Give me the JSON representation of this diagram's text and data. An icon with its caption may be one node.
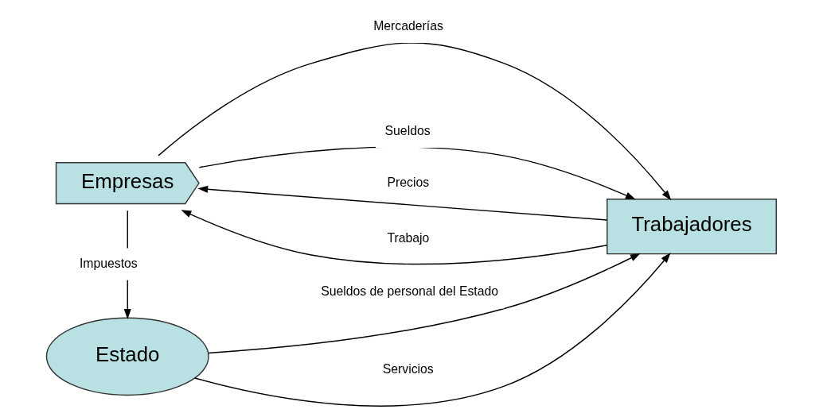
{
  "diagram": {
    "nodes": [
      {
        "text": [
          "Empresas"
        ]
      },
      {
        "text": [
          "Trabajadores"
        ]
      },
      {
        "text": [
          "Estado"
        ]
      }
    ],
    "edges": [
      {
        "from": 1,
        "to": 0,
        "arrow": "to",
        "label": "Precios"
      },
      {
        "from": 0,
        "to": 1,
        "arrow": "to",
        "label": "Mercaderías"
      },
      {
        "from": 1,
        "to": 0,
        "arrow": "to",
        "label": "Trabajo"
      },
      {
        "from": 0,
        "to": 1,
        "arrow": "to",
        "label": "Sueldos"
      },
      {
        "from": 0,
        "to": 2,
        "arrow": "to",
        "label": "Impuestos"
      },
      {
        "from": 2,
        "to": 1,
        "arrow": "to",
        "label": "Sueldos de personal del Estado"
      },
      {
        "from": 2,
        "to": 1,
        "arrow": "to",
        "label": "Servicios"
      }
    ]
  }
}
